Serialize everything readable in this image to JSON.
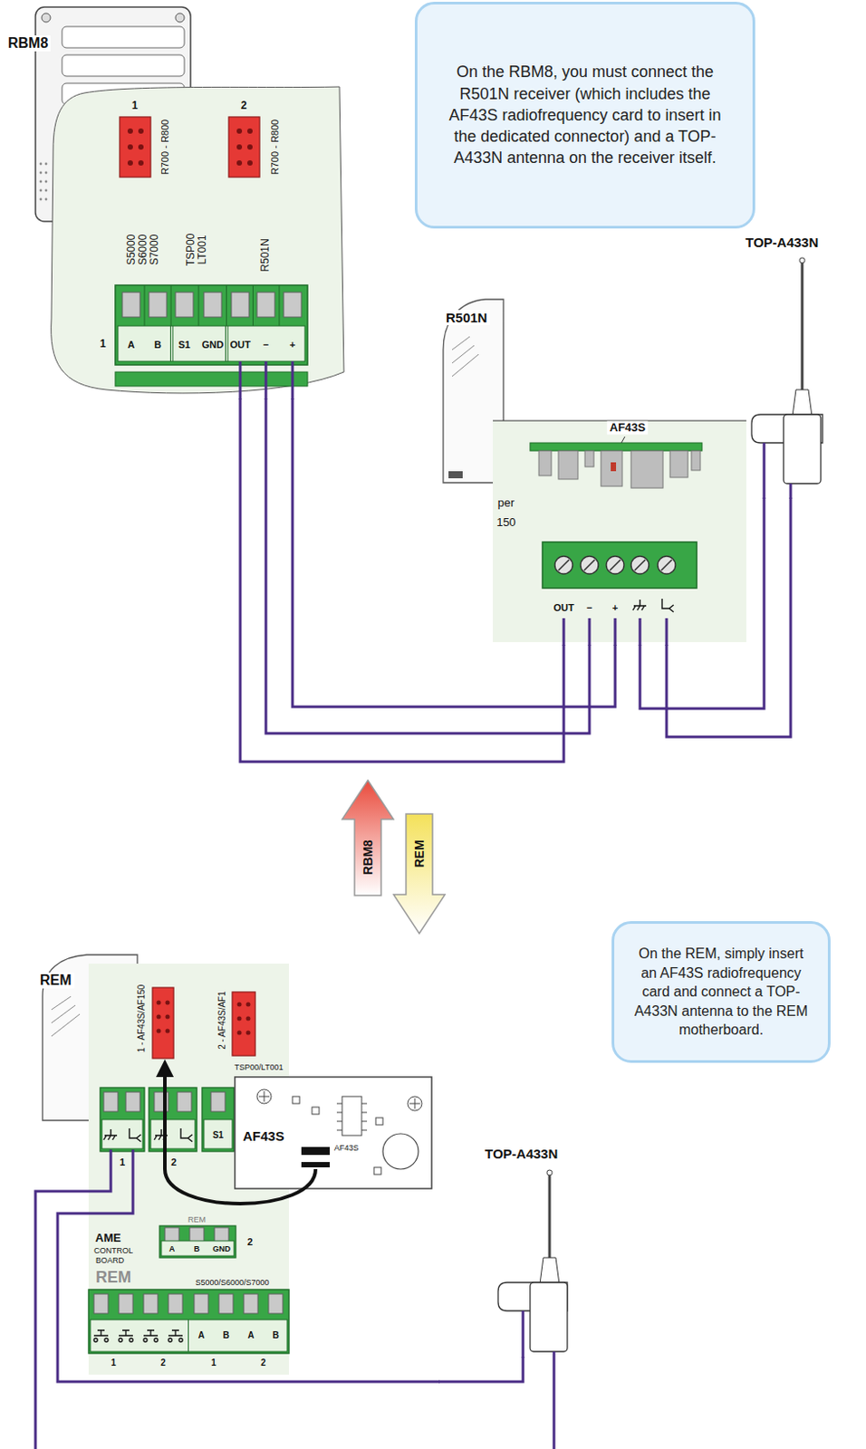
{
  "diagram": {
    "nodes": [
      {
        "text": [
          "RBM8"
        ]
      },
      {
        "text": [
          "On the RBM8, you must connect the R501N receiver (which includes the AF43S radiofrequency card to insert in the dedicated connector) and a TOP-A433N antenna on the receiver itself."
        ]
      },
      {
        "text": [
          "R501N"
        ]
      },
      {
        "text": [
          "TOP-A433N"
        ]
      },
      {
        "text": [
          "RBM8"
        ]
      },
      {
        "text": [
          "REM"
        ]
      },
      {
        "text": [
          "REM"
        ]
      },
      {
        "text": [
          "AF43S",
          "AF43S"
        ],
        "in": 6
      },
      {
        "text": [
          "TOP-A433N"
        ]
      },
      {
        "text": [
          "On the REM, simply insert an AF43S radiofrequency card and connect a TOP-A433N antenna to the REM motherboard."
        ]
      }
    ],
    "edges": [
      {
        "from": 0,
        "to": 2,
        "arrow": "none"
      },
      {
        "from": 0,
        "to": 2,
        "arrow": "none"
      },
      {
        "from": 0,
        "to": 2,
        "arrow": "none"
      },
      {
        "from": 3,
        "to": 2,
        "arrow": "none"
      },
      {
        "from": 3,
        "to": 2,
        "arrow": "none"
      },
      {
        "from": 8,
        "to": 6,
        "arrow": "none"
      }
    ],
    "labels": [
      "1",
      "R700 - R800",
      "2",
      "R700 - R800",
      "S5000 S6000 S7000",
      "TSP00 LT001",
      "R501N",
      "1",
      "A",
      "B",
      "S1",
      "GND",
      "OUT",
      "−",
      "+",
      "AF43S",
      "per",
      "150",
      "OUT",
      "−",
      "+",
      "1 - AF43S/AF150",
      "2 - AF43S/AF1",
      "TSP00/LT001",
      "1",
      "2",
      "S1",
      "REM",
      "A",
      "B",
      "GND",
      "2",
      "AME",
      "CONTROL",
      "BOARD",
      "REM",
      "S5000/S6000/S7000",
      "A",
      "B",
      "A",
      "B",
      "1",
      "2",
      "1",
      "2"
    ]
  }
}
